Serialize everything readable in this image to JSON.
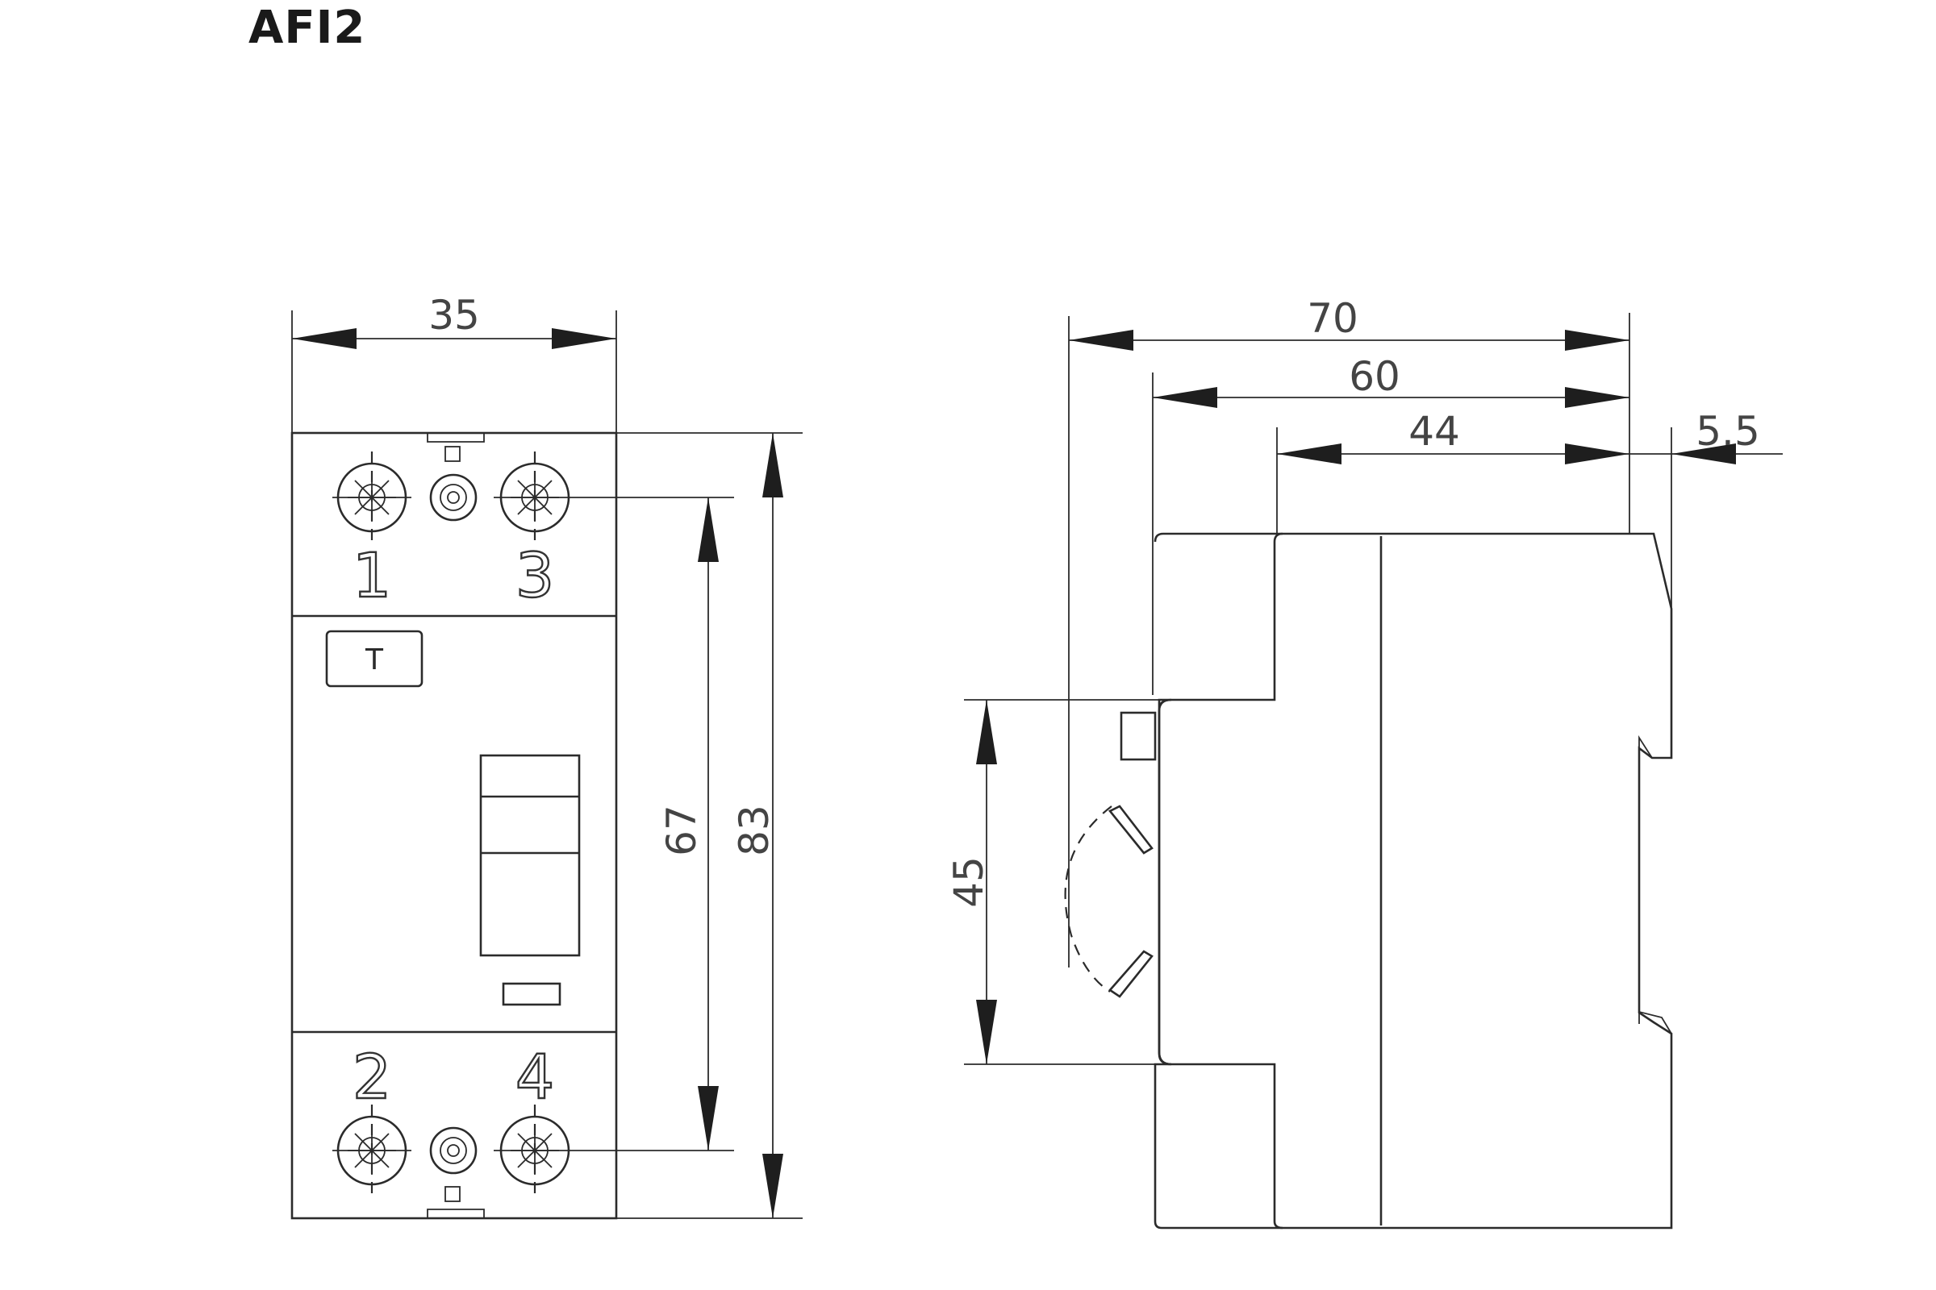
{
  "title": "AFI2",
  "dimensions": {
    "front_width": "35",
    "front_height_total": "83",
    "front_terminal_spacing": "67",
    "side_depth_total": "70",
    "side_depth_60": "60",
    "side_depth_44": "44",
    "side_rail_offset": "5.5",
    "side_lever_height": "45"
  },
  "terminals": {
    "t1": "1",
    "t2": "2",
    "t3": "3",
    "t4": "4"
  },
  "test_button": "T"
}
